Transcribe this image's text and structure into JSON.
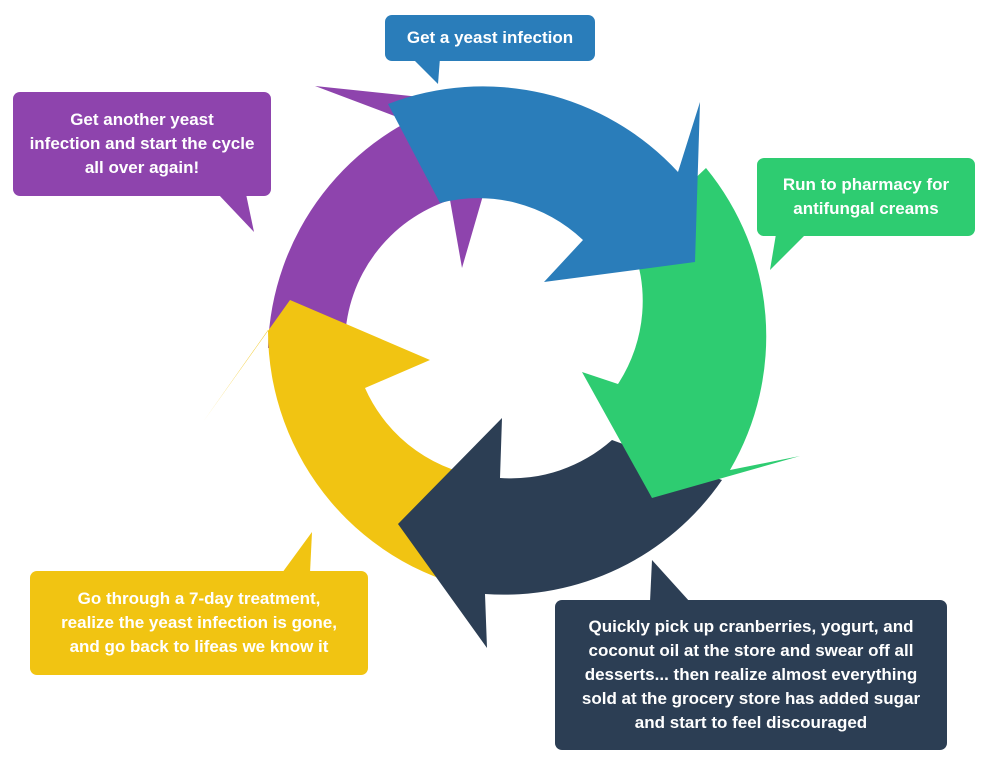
{
  "colors": {
    "blue": "#2a7dba",
    "green": "#2ecc71",
    "navy": "#2c3e54",
    "yellow": "#f1c412",
    "purple": "#8e44ad"
  },
  "steps": [
    {
      "id": "s1",
      "color": "blue",
      "text": "Get a yeast infection"
    },
    {
      "id": "s2",
      "color": "green",
      "text": "Run to pharmacy for\nantifungal creams"
    },
    {
      "id": "s3",
      "color": "navy",
      "text": "Quickly pick up cranberries, yogurt, and\ncoconut oil at the store and swear off all\ndesserts...  then realize almost everything\nsold at the grocery store has added sugar\nand start to feel discouraged"
    },
    {
      "id": "s4",
      "color": "yellow",
      "text": "Go through a 7-day treatment,\nrealize the yeast infection is gone,\nand go back to lifeas we know it"
    },
    {
      "id": "s5",
      "color": "purple",
      "text": "Get another yeast\ninfection and start the cycle\nall over again!"
    }
  ]
}
